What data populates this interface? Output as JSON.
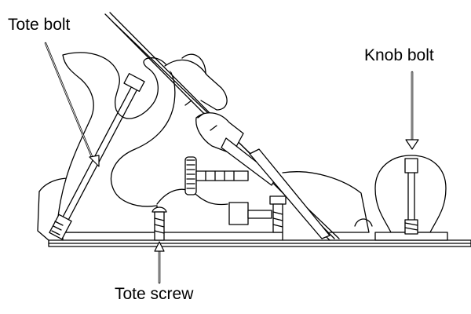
{
  "diagram": {
    "labels": {
      "tote_bolt": "Tote bolt",
      "knob_bolt": "Knob bolt",
      "tote_screw": "Tote screw"
    },
    "colors": {
      "line": "#000000",
      "background": "#ffffff",
      "pointer_fill": "#ffffff"
    }
  }
}
